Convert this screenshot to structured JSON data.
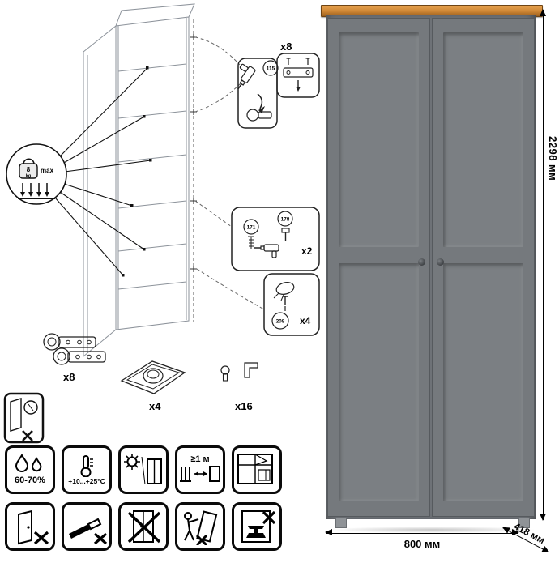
{
  "dimensions": {
    "height": "2298 мм",
    "width": "800 мм",
    "depth": "418 мм"
  },
  "weight_limit": {
    "value": "8",
    "unit": "kg",
    "suffix": "max"
  },
  "callouts": {
    "hinges": "x8",
    "bit": "115",
    "part_a": "171",
    "part_b": "178",
    "screws": "x2",
    "cam": "208",
    "cams": "x4"
  },
  "hardware": {
    "hinges": "x8",
    "plates": "x4",
    "supports": "x16"
  },
  "care": {
    "humidity": "60-70%",
    "temperature": "+10...+25°C",
    "distance": "≥1 м"
  },
  "colors": {
    "body_gray": "#6f7377",
    "cornice_wood": "#cd8534",
    "knob_dark": "#3a3d40"
  },
  "icons": {
    "weight_limit": "kettlebell-max-load",
    "drill": "power-screwdriver",
    "hinge": "euro-hinge",
    "plate": "mounting-plate",
    "shelf_support": "shelf-pin",
    "humidity": "water-drops",
    "temperature": "thermometer",
    "sunlight": "sun-and-cabinet",
    "heat_distance": "radiator-arrow-cabinet",
    "ventilation": "window",
    "warnings": [
      "door-cross",
      "knife-cross",
      "cabinet-cross",
      "person-move-cross",
      "anvil-cross"
    ]
  }
}
